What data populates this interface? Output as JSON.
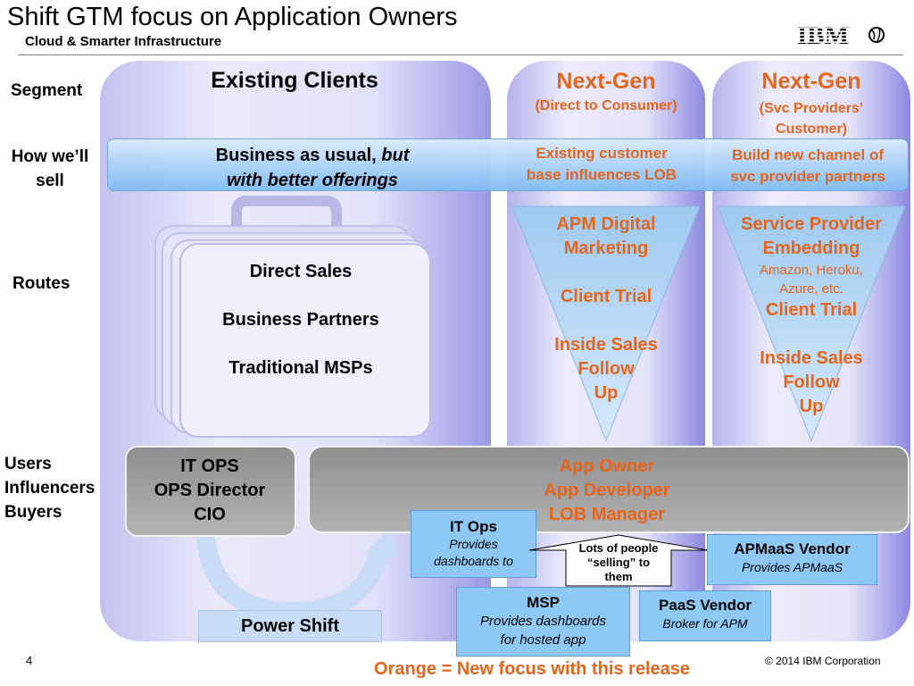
{
  "header": {
    "title": "Shift GTM focus on Application Owners",
    "subtitle": "Cloud & Smarter Infrastructure",
    "logo_text": "IBM"
  },
  "rows": {
    "segment": "Segment",
    "sell_1": "How we’ll",
    "sell_2": "sell",
    "routes": "Routes",
    "users_1": "Users",
    "users_2": "Influencers",
    "users_3": "Buyers"
  },
  "columns": {
    "existing": {
      "title": "Existing Clients",
      "sell_1a": "Business as usual, ",
      "sell_1b": "but",
      "sell_2": "with better offerings",
      "route_1": "Direct Sales",
      "route_2": "Business Partners",
      "route_3": "Traditional MSPs",
      "users_1": "IT OPS",
      "users_2": "OPS Director",
      "users_3": "CIO"
    },
    "nextgen_direct": {
      "title": "Next-Gen",
      "subtitle": "(Direct to Consumer)",
      "sell_1": "Existing customer",
      "sell_2": "base influences LOB",
      "route_1": "APM Digital",
      "route_2": "Marketing",
      "route_3": "Client Trial",
      "route_4": "Inside Sales",
      "route_5": "Follow",
      "route_6": "Up"
    },
    "nextgen_svc": {
      "title": "Next-Gen",
      "subtitle_1": "(Svc Providers’",
      "subtitle_2": "Customer)",
      "sell_1": "Build new channel of",
      "sell_2": "svc provider partners",
      "route_1": "Service Provider",
      "route_2": "Embedding",
      "route_3": "Amazon, Heroku,",
      "route_4": "Azure, etc.",
      "route_5": "Client Trial",
      "route_6": "Inside Sales",
      "route_7": "Follow",
      "route_8": "Up"
    }
  },
  "owners": {
    "line_1": "App Owner",
    "line_2": "App Developer",
    "line_3": "LOB Manager"
  },
  "boxes": {
    "itops": {
      "title": "IT Ops",
      "desc_1": "Provides",
      "desc_2": "dashboards to"
    },
    "selling": {
      "line_1": "Lots of people",
      "line_2": "“selling” to",
      "line_3": "them"
    },
    "apmaas": {
      "title": "APMaaS Vendor",
      "desc": "Provides APMaaS"
    },
    "msp": {
      "title": "MSP",
      "desc_1": "Provides dashboards",
      "desc_2": "for hosted app"
    },
    "paas": {
      "title": "PaaS Vendor",
      "desc": "Broker for APM"
    },
    "power_shift": "Power Shift"
  },
  "footer": {
    "page_number": "4",
    "legend": "Orange = New focus with this release",
    "copyright": "© 2014 IBM Corporation"
  },
  "colors": {
    "orange": "#e8641b",
    "panel_purple": "#c9c7f0",
    "bar_blue": "#7fbdf3"
  }
}
